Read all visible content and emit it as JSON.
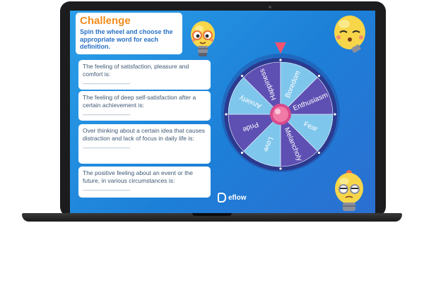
{
  "challenge": {
    "title": "Challenge",
    "instruction": "Spin the wheel and choose the appropriate word for each definition."
  },
  "questions": [
    {
      "text": "The feeling of satisfaction, pleasure and comfort is:",
      "blank": "-------------------------------"
    },
    {
      "text": "The feeling of deep self-satisfaction after a certain achievement is:",
      "blank": "-------------------------------"
    },
    {
      "text": "Over thinking about a certain idea that causes distraction and lack of focus in daily life is:",
      "blank": "-------------------------------"
    },
    {
      "text": "The positive feeling about an event or the future, in various circumstances is:",
      "blank": "-------------------------------"
    }
  ],
  "wheel": {
    "segments": [
      "Happiness",
      "Boredom",
      "Enthusiasm",
      "Fear",
      "Melancholy",
      "Love",
      "Pride",
      "Anxiety"
    ],
    "colors": {
      "dark": "#5e4fb3",
      "light": "#7fc6ec",
      "rim": "#2b3a8f",
      "hub": "#e94f7c",
      "pointer": "#f4536e"
    }
  },
  "brand": {
    "name": "eflow"
  },
  "colors": {
    "accent": "#f28c1c",
    "instruction": "#2a71c6",
    "screen": "#1f86db"
  }
}
